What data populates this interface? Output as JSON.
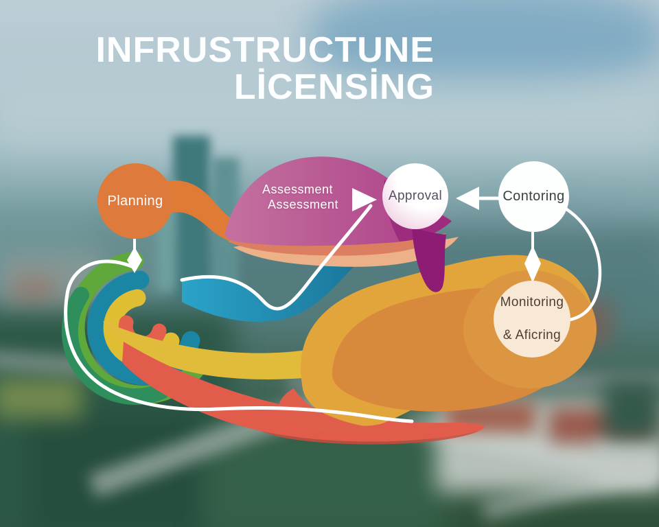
{
  "title": {
    "line1": "INFRUSTRUCTUNE",
    "line2": "LİCENSİNG"
  },
  "nodes": {
    "planning": {
      "label": "Planning",
      "fill": "#de7a3b",
      "text_color": "#ffffff"
    },
    "assessment": {
      "label_line1": "Assessment",
      "label_line2": "Assessment",
      "text_color": "#ffffff"
    },
    "approval": {
      "label": "Approval",
      "fill": "#ffffff",
      "text_color": "#584f5e"
    },
    "contoring": {
      "label": "Contoring",
      "fill": "#ffffff",
      "text_color": "#3b4046"
    },
    "monitoring": {
      "label_line1": "Monitoring",
      "label_line2": "& Aficring",
      "fill": "#f7e9d5",
      "text_color": "#4e3e31"
    }
  },
  "connectors": [
    {
      "from": "planning",
      "shape": "line-with-diamond",
      "color": "#ffffff"
    },
    {
      "from": "curved-flow-line",
      "to": "approval",
      "shape": "arrow-right",
      "color": "#ffffff"
    },
    {
      "from": "contoring",
      "to": "approval",
      "shape": "arrow-left",
      "color": "#ffffff"
    },
    {
      "from": "contoring",
      "shape": "line-with-diamond",
      "color": "#ffffff"
    },
    {
      "from": "contoring",
      "to": "monitoring",
      "shape": "arc",
      "color": "#ffffff"
    }
  ],
  "palette": {
    "orange_node": "#de7a3b",
    "orange_ribbon": "#e07b35",
    "pink_wave": "#bb5d96",
    "magenta_deep": "#9c2b7e",
    "drip_magenta": "#8e1c74",
    "salmon_wave": "#db7f60",
    "peach_wave": "#ecb189",
    "teal_wave": "#1b86a4",
    "teal_wave_light": "#2ba3c8",
    "lime_swirl": "#5fa83c",
    "seagreen_swirl": "#2e8f5c",
    "yellow_wave": "#e0bc3a",
    "red_wave": "#e25c4b",
    "blob_outer": "#e2a53c",
    "blob_inner": "#d8893c",
    "blob_lobe": "#dc9540",
    "monitor_circle": "#f7e9d5",
    "sky": "#bccdd6",
    "city_teal": "#527a7c"
  }
}
